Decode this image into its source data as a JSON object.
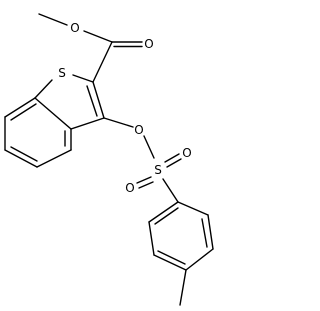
{
  "molecule": {
    "atom_labels": {
      "ester_ether_oxygen": "O",
      "carbonyl_oxygen": "O",
      "ring_sulfur": "S",
      "aryl_ether_oxygen": "O",
      "sulfonyl_sulfur": "S",
      "sulfonyl_oxygen_left": "O",
      "sulfonyl_oxygen_right": "O"
    }
  }
}
